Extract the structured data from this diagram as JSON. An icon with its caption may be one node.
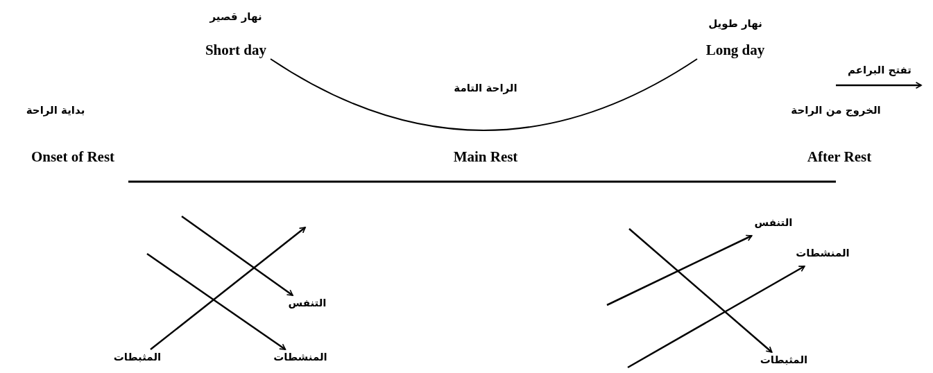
{
  "diagram": {
    "nodes": [
      {
        "text": [
          "المثبطات"
        ]
      },
      {
        "text": [
          "التنفس"
        ]
      },
      {
        "text": [
          "المنشطات"
        ]
      },
      {
        "text": [
          "التنفس"
        ]
      },
      {
        "text": [
          "المنشطات"
        ]
      },
      {
        "text": [
          "المثبطات"
        ]
      }
    ],
    "edges": [
      {
        "from": 0,
        "to": null,
        "arrow": "to"
      },
      {
        "from": null,
        "to": 1,
        "arrow": "to"
      },
      {
        "from": null,
        "to": 2,
        "arrow": "to"
      },
      {
        "from": null,
        "to": 3,
        "arrow": "to"
      },
      {
        "from": null,
        "to": 4,
        "arrow": "to"
      },
      {
        "from": null,
        "to": 5,
        "arrow": "to"
      }
    ],
    "labels": [
      "نهار قصير",
      "Short day",
      "نهار طويل",
      "Long day",
      "تفتح البراعم",
      "الراحة التامة",
      "بداية الراحة",
      "Onset of Rest",
      "Main Rest",
      "الخروج من الراحة",
      "After Rest"
    ]
  }
}
